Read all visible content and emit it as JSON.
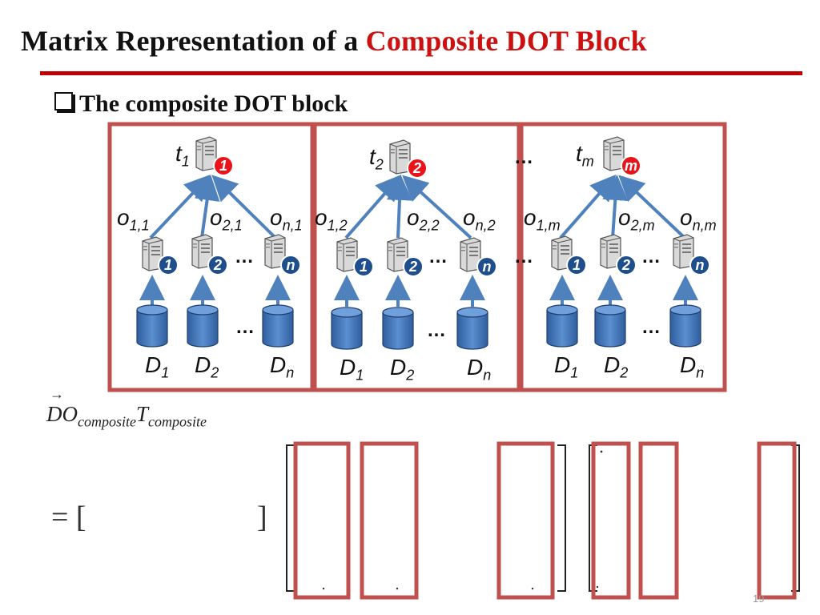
{
  "title": {
    "prefix": "Matrix Representation of a ",
    "accent": "Composite DOT Block"
  },
  "bullet": {
    "text": "The composite DOT block"
  },
  "blocks": [
    {
      "t_label": "t",
      "t_sub": "1",
      "t_badge": "1",
      "o_labels": [
        [
          "o",
          "1,1"
        ],
        [
          "o",
          "2,1"
        ],
        [
          "o",
          "n,1"
        ]
      ],
      "node_badges": [
        "1",
        "2",
        "n"
      ],
      "d_labels": [
        [
          "D",
          "1"
        ],
        [
          "D",
          "2"
        ],
        [
          "D",
          "n"
        ]
      ]
    },
    {
      "t_label": "t",
      "t_sub": "2",
      "t_badge": "2",
      "o_labels": [
        [
          "o",
          "1,2"
        ],
        [
          "o",
          "2,2"
        ],
        [
          "o",
          "n,2"
        ]
      ],
      "node_badges": [
        "1",
        "2",
        "n"
      ],
      "d_labels": [
        [
          "D",
          "1"
        ],
        [
          "D",
          "2"
        ],
        [
          "D",
          "n"
        ]
      ]
    },
    {
      "t_label": "t",
      "t_sub": "m",
      "t_badge": "m",
      "o_labels": [
        [
          "o",
          "1,m"
        ],
        [
          "o",
          "2,m"
        ],
        [
          "o",
          "n,m"
        ]
      ],
      "node_badges": [
        "1",
        "2",
        "n"
      ],
      "d_labels": [
        [
          "D",
          "1"
        ],
        [
          "D",
          "2"
        ],
        [
          "D",
          "n"
        ]
      ]
    }
  ],
  "ellipsis": "…",
  "formula": {
    "vec": "D",
    "o": "O",
    "o_sub": "composite",
    "t": "T",
    "t_sub": "composite"
  },
  "equation": {
    "text": "= [",
    "close": "]"
  },
  "page_number": "19",
  "colors": {
    "accent": "#cc1111",
    "rule": "#c00000",
    "frame": "#c0504d",
    "arrow": "#4f81bd",
    "badge_blue": "#1f4e8c",
    "badge_red": "#e8141a"
  }
}
